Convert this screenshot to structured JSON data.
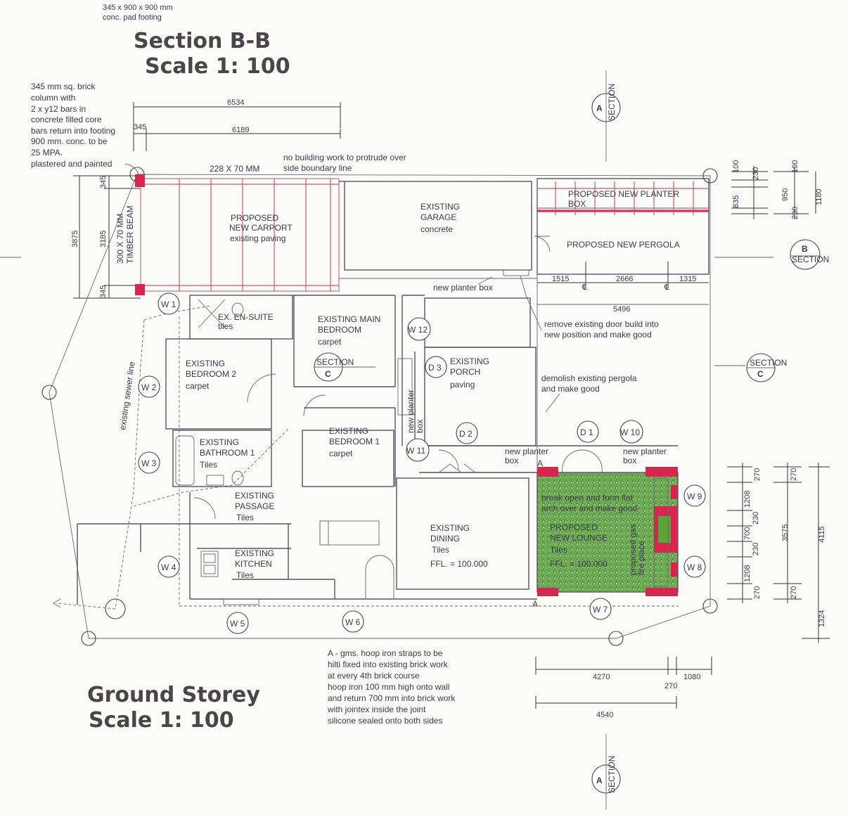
{
  "header": {
    "footing_note": [
      "345 x 900 x 900 mm",
      "conc. pad footing"
    ],
    "section_title": "Section B-B",
    "section_scale": "Scale 1: 100"
  },
  "column_note": [
    "345 mm sq. brick",
    "column with",
    "2 x y12 bars in",
    "concrete filled core",
    "bars return into footing",
    "900 mm. conc. to be",
    "25 MPA.",
    "plastered and painted"
  ],
  "boundary_note": [
    "no building work to protrude over",
    "side boundary line"
  ],
  "beam_label": "228 X 70 MM",
  "timber_beam": [
    "300 X 70 MM",
    "TIMBER BEAM"
  ],
  "top_dims": {
    "overall": "6534",
    "col": "345",
    "inner": "6189"
  },
  "left_dims": {
    "overall": "3875",
    "top": "345",
    "middle": "3185",
    "bottom": "345"
  },
  "rooms": {
    "carport": [
      "PROPOSED",
      "NEW CARPORT",
      "existing paving"
    ],
    "garage": [
      "EXISTING",
      "GARAGE",
      "concrete"
    ],
    "planter_top": [
      "PROPOSED NEW PLANTER",
      "BOX"
    ],
    "pergola": "PROPOSED NEW PERGOLA",
    "ensuite": [
      "EX. EN-SUITE",
      "tiles"
    ],
    "main_bedroom": [
      "EXISTING MAIN",
      "BEDROOM",
      "carpet"
    ],
    "bedroom2": [
      "EXISTING",
      "BEDROOM 2",
      "carpet"
    ],
    "porch": [
      "EXISTING",
      "PORCH",
      "paving"
    ],
    "bathroom": [
      "EXISTING",
      "BATHROOM 1",
      "Tiles"
    ],
    "bedroom1": [
      "EXISTING",
      "BEDROOM 1",
      "carpet"
    ],
    "passage": [
      "EXISTING",
      "PASSAGE",
      "Tiles"
    ],
    "kitchen": [
      "EXISTING",
      "KITCHEN",
      "Tiles"
    ],
    "dining": [
      "EXISTING",
      "DINING",
      "Tiles",
      "FFL. = 100.000"
    ],
    "lounge": [
      "PROPOSED",
      "NEW LOUNGE",
      "Tiles",
      "FFL. = 100.000"
    ]
  },
  "notes": {
    "new_planter_box": "new planter box",
    "remove_door": [
      "remove existing door build into",
      "new position and make good"
    ],
    "demolish": [
      "demolish existing pergola",
      "and make good"
    ],
    "planter_vertical": [
      "new planter",
      "box"
    ],
    "planter_mid": [
      "new planter",
      "box"
    ],
    "planter_right": [
      "new planter",
      "box"
    ],
    "break_open": [
      "break open and form flat",
      "arch over and make good"
    ],
    "fireplace": [
      "proposed gas",
      "fire place"
    ],
    "sewer": "existing sewer line",
    "hoop_iron": [
      "A - gms. hoop iron straps to be",
      "hilti fixed into existing brick work",
      "at every 4th brick course",
      "hoop iron 100 mm high onto wall",
      "and return 700 mm into brick work",
      "with jointex inside the joint",
      "silicone sealed onto both sides"
    ],
    "point_a": "A"
  },
  "pergola_dims": {
    "left": "1515",
    "mid": "2666",
    "right": "1315",
    "total": "5496",
    "cl": "℄"
  },
  "right_top_dims": [
    "100",
    "230",
    "835",
    "950",
    "230",
    "100",
    "1180"
  ],
  "right_mid_dims": [
    "270",
    "1208",
    "230",
    "700",
    "230",
    "1208",
    "270",
    "270",
    "3575",
    "270",
    "4115",
    "1324"
  ],
  "bottom_dims": {
    "a": "4270",
    "b": "270",
    "c": "1080",
    "total": "4540"
  },
  "tags": {
    "w1": "W 1",
    "w2": "W 2",
    "w3": "W 3",
    "w4": "W 4",
    "w5": "W 5",
    "w6": "W 6",
    "w7": "W 7",
    "w8": "W 8",
    "w9": "W 9",
    "w10": "W 10",
    "w11": "W 11",
    "w12": "W 12",
    "d1": "D 1",
    "d2": "D 2",
    "d3": "D 3"
  },
  "section_markers": {
    "a_letter": "A",
    "b_letter": "B",
    "c_letter": "C",
    "section_word": "SECTION"
  },
  "footer": {
    "title": "Ground Storey",
    "scale": "Scale 1: 100"
  },
  "colors": {
    "column_red": "#d6264d",
    "lounge_green": "#4f9a35",
    "ink": "#3a3a48"
  }
}
